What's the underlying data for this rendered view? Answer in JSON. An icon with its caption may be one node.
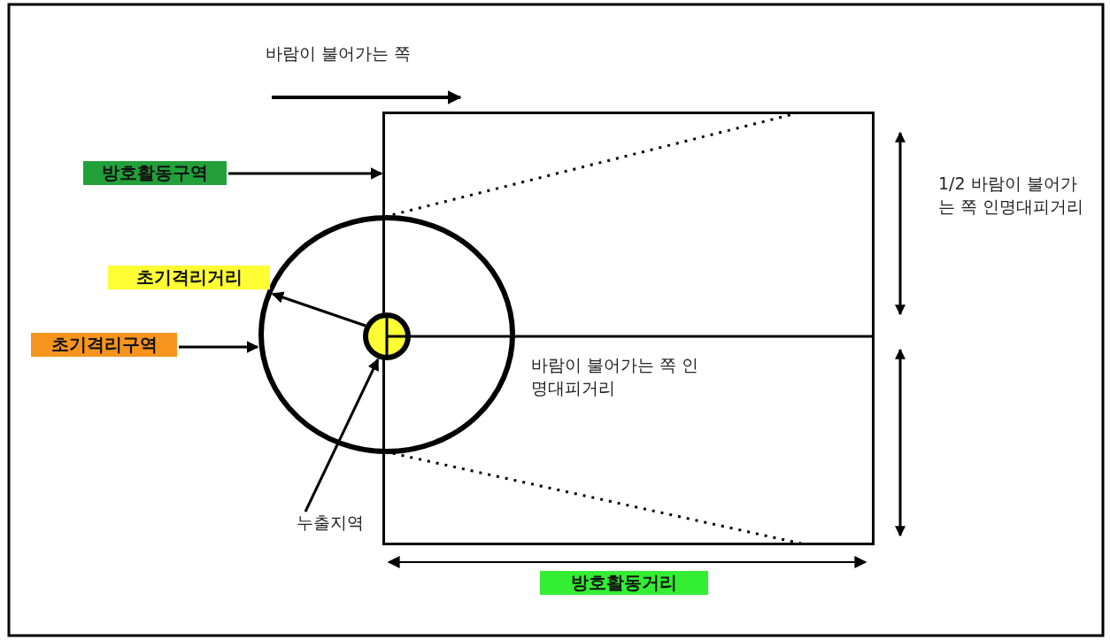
{
  "diagram": {
    "nodes": [
      {
        "text": [
          "방호활동구역"
        ]
      },
      {
        "text": [],
        "shape": "box"
      },
      {
        "text": [
          "초기격리구역"
        ]
      },
      {
        "text": [],
        "shape": "circle"
      },
      {
        "text": [],
        "shape": "circle",
        "in": 3
      },
      {
        "text": [
          "누출지역"
        ]
      }
    ],
    "edges": [
      {
        "from": 0,
        "to": 1,
        "arrow": "to"
      },
      {
        "from": 2,
        "to": 3,
        "arrow": "to"
      },
      {
        "from": 5,
        "to": 4,
        "arrow": "to"
      },
      {
        "from": 4,
        "to": 3,
        "arrow": "to"
      }
    ],
    "labels": [
      "바람이 불어가는 쪽",
      "1/2 바람이 불어가는 쪽 인명대피거리",
      "초기격리거리",
      "바람이 불어가는 쪽 인명대피거리",
      "방호활동거리"
    ]
  }
}
